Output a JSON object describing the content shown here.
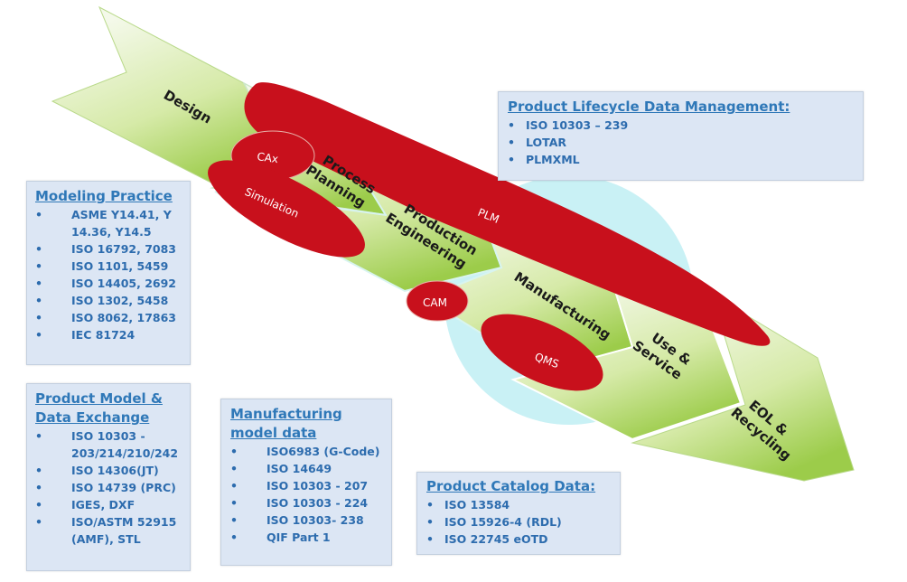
{
  "diagram": {
    "stages": [
      {
        "id": "design",
        "lines": [
          "Design"
        ]
      },
      {
        "id": "process-planning",
        "lines": [
          "Process",
          "Planning"
        ]
      },
      {
        "id": "production-engineering",
        "lines": [
          "Production",
          "Engineering"
        ]
      },
      {
        "id": "manufacturing",
        "lines": [
          "Manufacturing"
        ]
      },
      {
        "id": "use-service",
        "lines": [
          "Use &",
          "Service"
        ]
      },
      {
        "id": "eol-recycling",
        "lines": [
          "EOL &",
          "Recycling"
        ]
      }
    ],
    "tools": {
      "plm": "PLM",
      "cax": "CAx",
      "simulation": "Simulation",
      "cam": "CAM",
      "qms": "QMS"
    },
    "colors": {
      "arrow_light": "#f2f8e6",
      "arrow_dark": "#9ccc4a",
      "tool_red": "#c8101c",
      "circle_cyan": "#c9f1f5",
      "box_bg": "#dce6f4",
      "box_text": "#2d6cae"
    }
  },
  "boxes": {
    "plm_data": {
      "title": "Product Lifecycle Data Management:",
      "items": [
        "ISO 10303 – 239",
        "LOTAR",
        "PLMXML"
      ]
    },
    "modeling": {
      "title": "Modeling Practice",
      "items": [
        "ASME Y14.41, Y",
        "14.36, Y14.5",
        "ISO 16792, 7083",
        "ISO 1101, 5459",
        "ISO 14405, 2692",
        "ISO 1302, 5458",
        "ISO 8062, 17863",
        "IEC 81724"
      ]
    },
    "product_model": {
      "title_line1": "Product Model &",
      "title_line2": "Data Exchange",
      "items": [
        "ISO 10303 -",
        "203/214/210/242",
        "ISO 14306(JT)",
        "ISO 14739 (PRC)",
        "IGES, DXF",
        "ISO/ASTM 52915",
        "(AMF), STL"
      ]
    },
    "manufacturing_model": {
      "title_line1": "Manufacturing",
      "title_line2": "model data",
      "items": [
        "ISO6983 (G-Code)",
        "ISO 14649",
        "ISO 10303 - 207",
        "ISO 10303 - 224",
        "ISO 10303-  238",
        "QIF Part 1"
      ]
    },
    "catalog": {
      "title": "Product Catalog Data:",
      "items": [
        "ISO 13584",
        "ISO 15926-4 (RDL)",
        "ISO 22745 eOTD"
      ]
    }
  },
  "bullet": "•"
}
